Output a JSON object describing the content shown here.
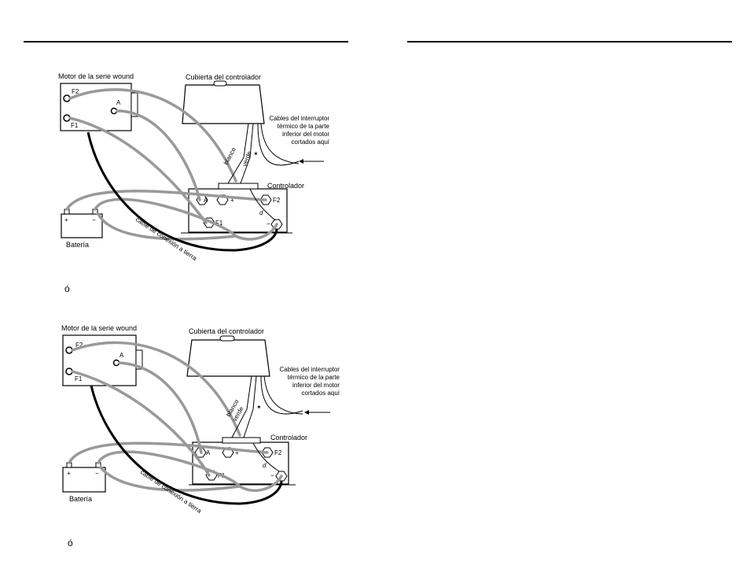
{
  "pages": [
    {
      "name": "left-page"
    },
    {
      "name": "right-page"
    }
  ],
  "diagrams": [
    {
      "motor_label": "Motor de la serie wound",
      "cover_label": "Cubierta del controlador",
      "cables_note": [
        "Cables del interruptor",
        "térmico de la parte",
        "inferior del motor",
        "cortados aquí"
      ],
      "controller_label": "Controlador",
      "battery_label": "Batería",
      "ground_cable_label": "cable de conexión a tierra",
      "wire_white": "blanco",
      "wire_green": "verde",
      "terminals": {
        "f2": "F2",
        "f1": "F1",
        "a": "A",
        "plus": "+",
        "minus": "−",
        "d": "d"
      },
      "battery_terminals": {
        "plus": "+",
        "minus": "−"
      }
    },
    {
      "motor_label": "Motor de la serie wound",
      "cover_label": "Cubierta del controlador",
      "cables_note": [
        "Cables del interruptor",
        "térmico de la parte",
        "inferior del motor",
        "cortados aquí"
      ],
      "controller_label": "Controlador",
      "battery_label": "Batería",
      "ground_cable_label": "cable de conexión a tierra",
      "wire_white": "blanco",
      "wire_green": "verde",
      "terminals": {
        "f2": "F2",
        "f1": "F1",
        "a": "A",
        "plus": "+",
        "minus": "−",
        "d": "d"
      },
      "battery_terminals": {
        "plus": "+",
        "minus": "−"
      }
    }
  ],
  "stray_marks": [
    "ó",
    "ó"
  ]
}
